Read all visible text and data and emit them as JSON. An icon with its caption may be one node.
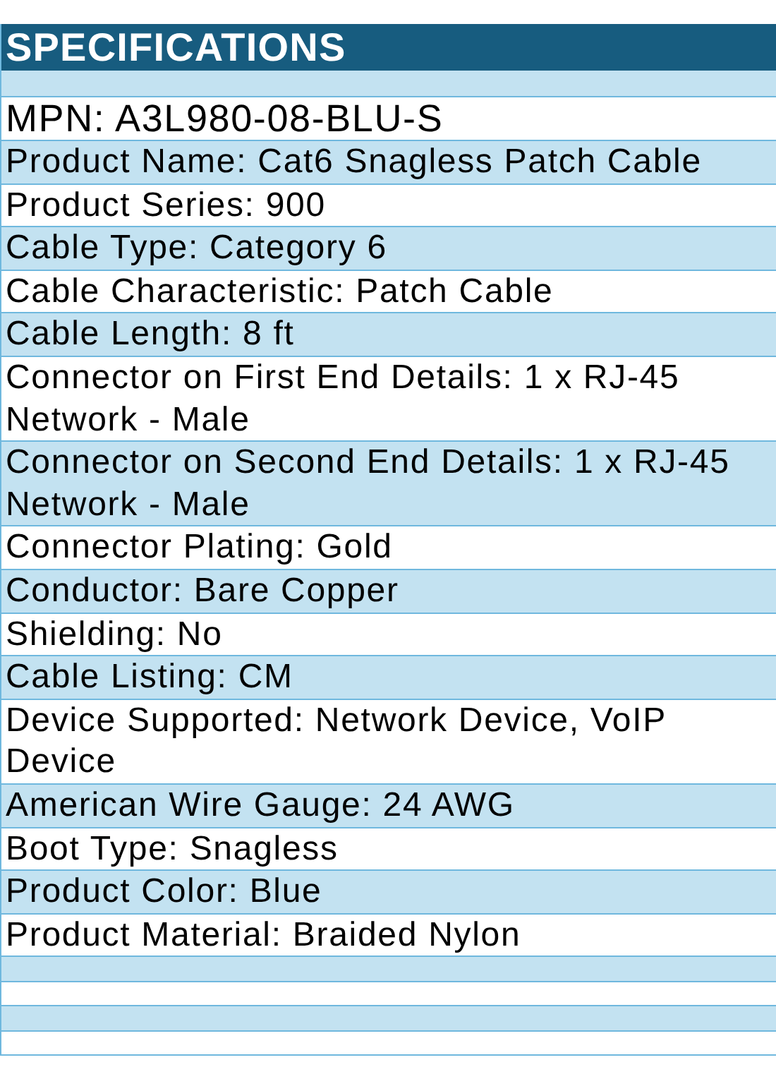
{
  "diagram": {
    "title": "SPECIFICATIONS",
    "labels": [
      "MPN: A3L980-08-BLU-S",
      "Product Name: Cat6 Snagless Patch Cable",
      "Product Series: 900",
      "Cable Type: Category 6",
      "Cable Characteristic: Patch Cable",
      "Cable Length: 8 ft",
      "Connector on First End Details: 1 x RJ-45 Network - Male",
      "Connector on Second End Details: 1 x RJ-45 Network - Male",
      "Connector Plating: Gold",
      "Conductor: Bare Copper",
      "Shielding: No",
      "Cable Listing: CM",
      "Device Supported: Network Device, VoIP Device",
      "American Wire Gauge: 24 AWG",
      "Boot Type: Snagless",
      "Product Color: Blue",
      "Product Material: Braided Nylon"
    ]
  }
}
